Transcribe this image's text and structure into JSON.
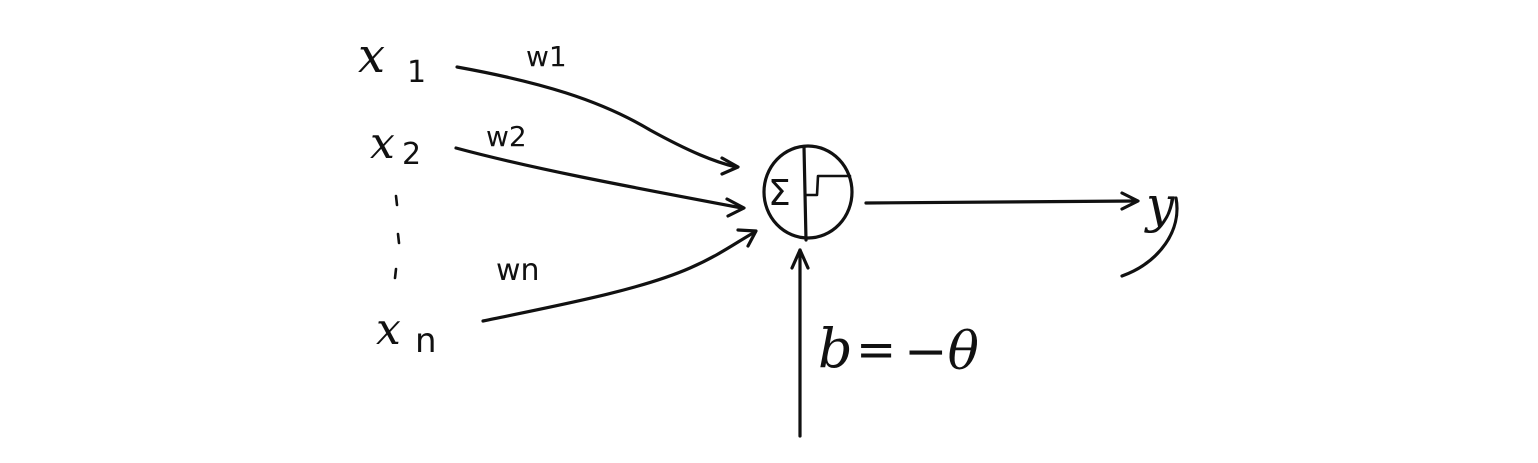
{
  "inputs": [
    {
      "label": "x",
      "subscript": "1",
      "weight": "w1"
    },
    {
      "label": "x",
      "subscript": "2",
      "weight": "w2"
    },
    {
      "label": "x",
      "subscript": "n",
      "weight": "wn"
    }
  ],
  "ellipsis": "⋮",
  "neuron": {
    "sum_symbol": "Σ"
  },
  "output_label": "y",
  "bias": {
    "label": "b",
    "equals": "=",
    "value": "−θ"
  },
  "colors": {
    "ink": "#111111",
    "background": "#ffffff"
  }
}
